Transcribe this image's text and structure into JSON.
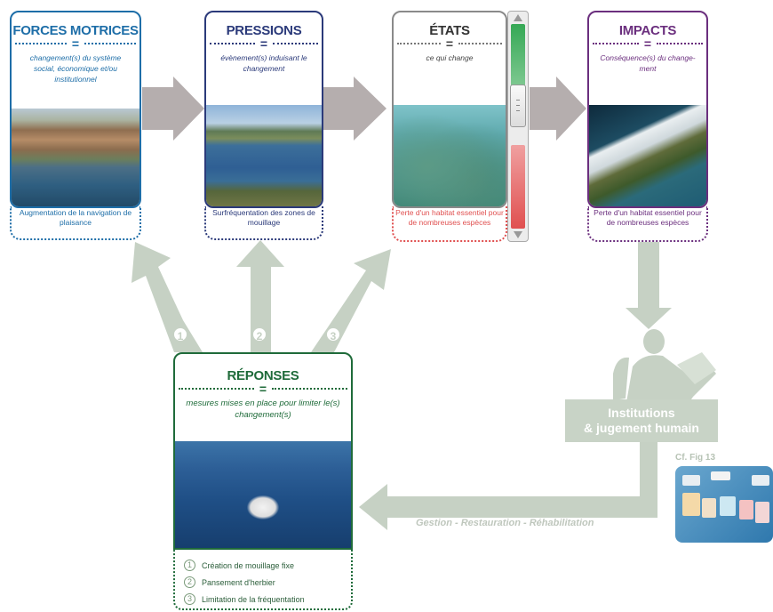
{
  "cards": {
    "forces": {
      "title": "FORCES MOTRICES",
      "eq": "=",
      "definition": "changement(s) du système social, économique et/ou institutionnel",
      "caption": "Augmentation de la navigation de plaisance",
      "color": "#1e6ea8"
    },
    "pressions": {
      "title": "PRESSIONS",
      "eq": "=",
      "definition": "évènement(s) induisant le changement",
      "caption": "Surfréquentation des zones de mouillage",
      "color": "#2b3a7a"
    },
    "etats": {
      "title": "ÉTATS",
      "eq": "=",
      "definition": "ce qui change",
      "caption": "Perte d'un habitat essentiel pour de nombreuses espèces",
      "color": "#8a8a8a",
      "caption_color": "#e05050"
    },
    "impacts": {
      "title": "IMPACTS",
      "eq": "=",
      "definition": "Conséquence(s) du change-ment",
      "caption": "Perte d'un habitat essentiel pour de nombreuses espèces",
      "color": "#6b2f7e"
    },
    "reponses": {
      "title": "RÉPONSES",
      "eq": "=",
      "definition": "mesures mises en place pour limiter le(s) changement(s)",
      "color": "#1f6b3a"
    }
  },
  "responses": [
    {
      "num": "1",
      "text": "Création de mouillage fixe"
    },
    {
      "num": "2",
      "text": "Pansement d'herbier"
    },
    {
      "num": "3",
      "text": "Limitation de la fréquentation"
    }
  ],
  "arrow_numbers": [
    "1",
    "2",
    "3"
  ],
  "institutions": {
    "line1": "Institutions",
    "line2": "& jugement humain"
  },
  "gestion_label": "Gestion - Restauration - Réhabilitation",
  "cf_label": "Cf. Fig 13",
  "colors": {
    "arrow_grey": "#b5aeae",
    "arrow_green": "#c6d1c4"
  }
}
